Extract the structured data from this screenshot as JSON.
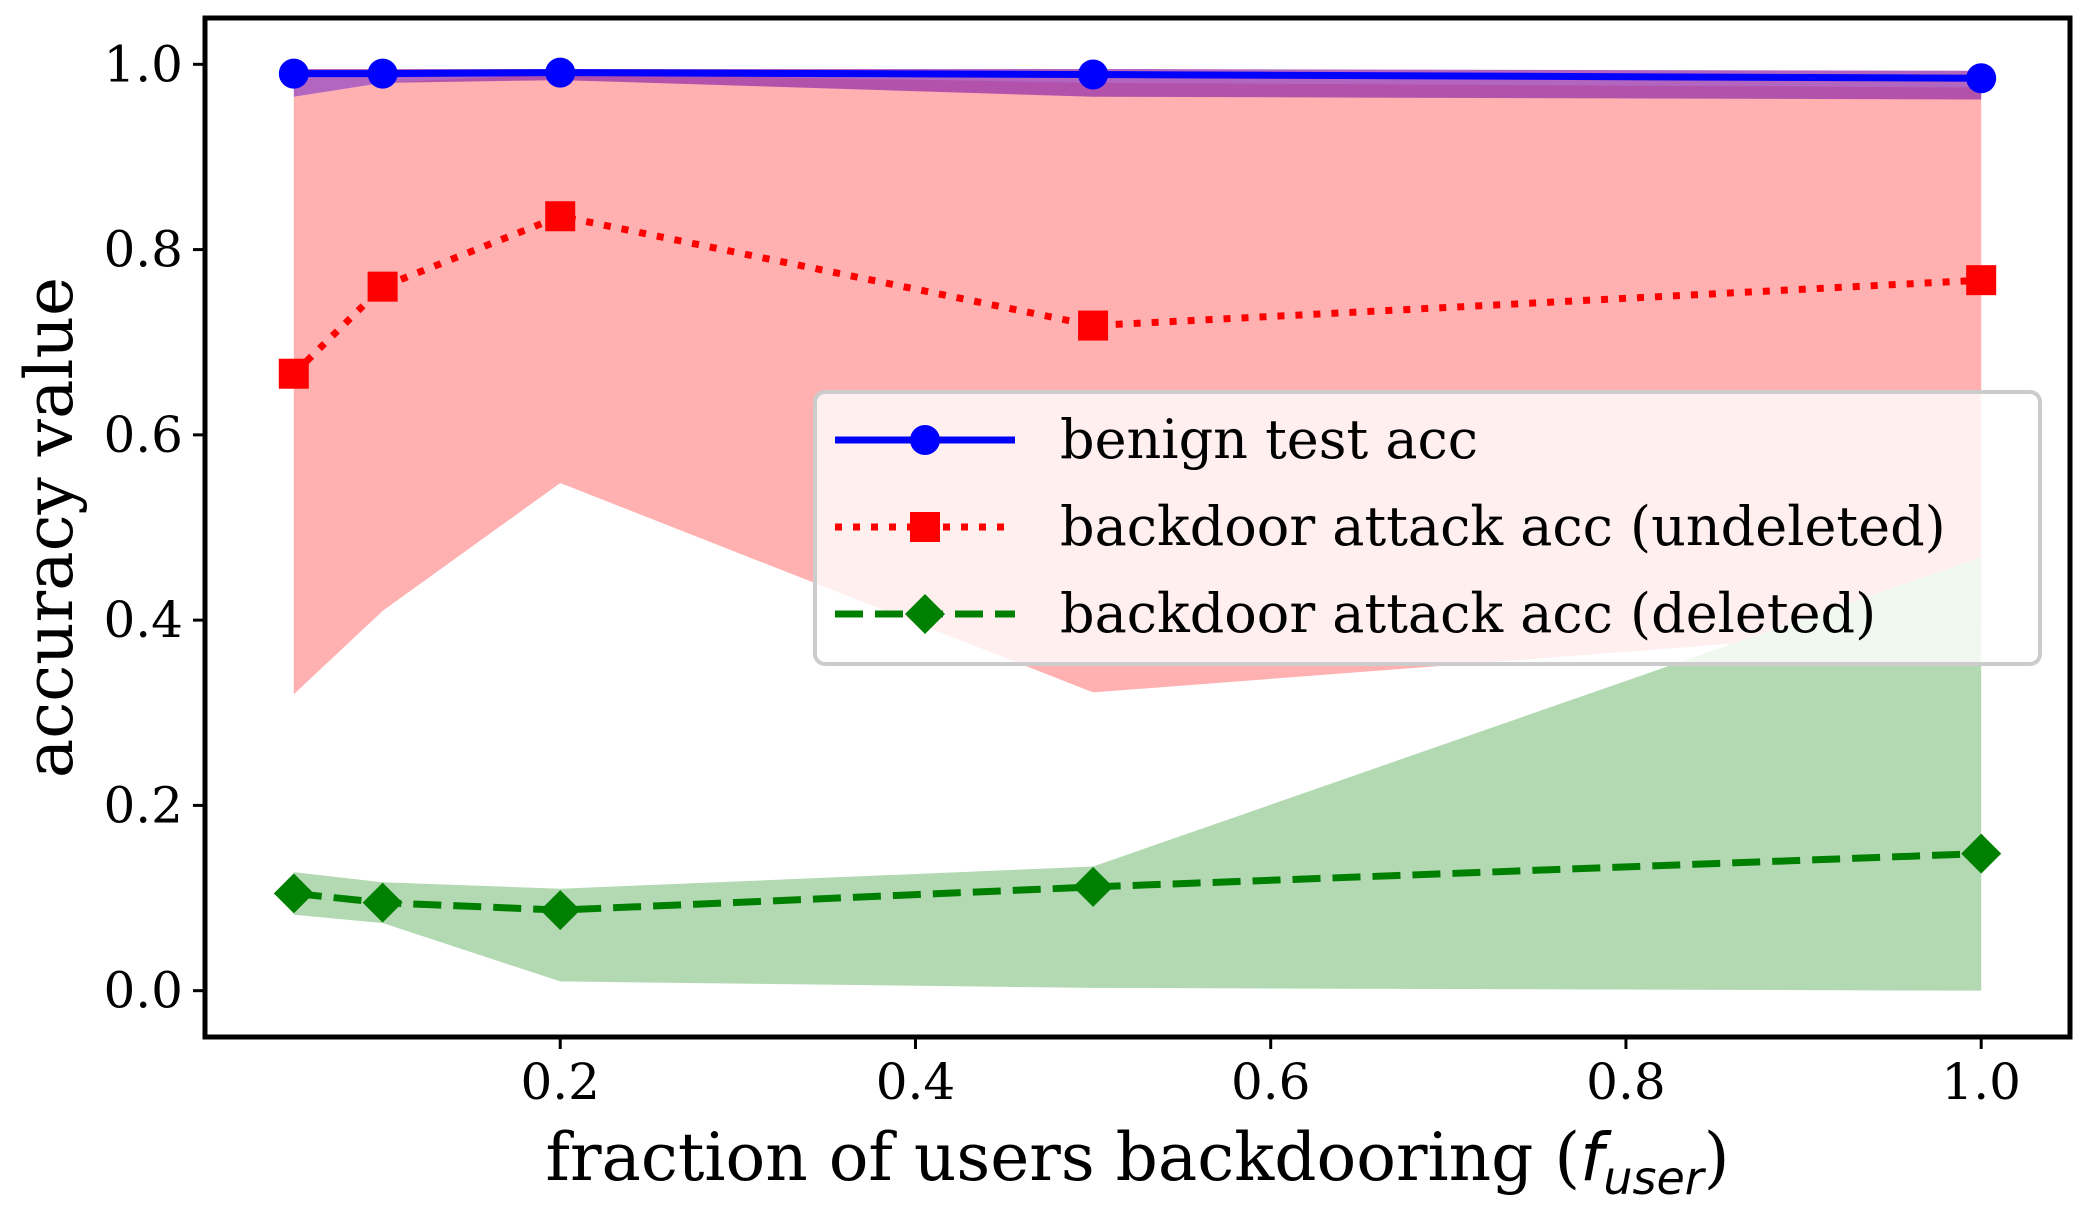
{
  "chart_data": {
    "type": "line",
    "xlabel": "fraction of users backdooring (",
    "xlabel_math_base": "f",
    "xlabel_math_sub": "user",
    "xlabel_close": ")",
    "ylabel": "accuracy value",
    "xlim": [
      0.0,
      1.05
    ],
    "ylim": [
      -0.05,
      1.05
    ],
    "xticks": [
      0.2,
      0.4,
      0.6,
      0.8,
      1.0
    ],
    "xtick_labels": [
      "0.2",
      "0.4",
      "0.6",
      "0.8",
      "1.0"
    ],
    "yticks": [
      0.0,
      0.2,
      0.4,
      0.6,
      0.8,
      1.0
    ],
    "ytick_labels": [
      "0.0",
      "0.2",
      "0.4",
      "0.6",
      "0.8",
      "1.0"
    ],
    "grid": false,
    "legend_position": "center-right",
    "x": [
      0.05,
      0.1,
      0.2,
      0.5,
      1.0
    ],
    "series": [
      {
        "name": "benign test acc",
        "values": [
          0.99,
          0.99,
          0.991,
          0.989,
          0.985
        ],
        "band_upper": [
          0.995,
          0.995,
          0.995,
          0.995,
          0.993
        ],
        "band_lower": [
          0.965,
          0.98,
          0.983,
          0.965,
          0.962
        ],
        "color": "#0000ff",
        "band_color": "#9933aa",
        "marker": "circle",
        "linestyle": "solid"
      },
      {
        "name": "backdoor attack acc (undeleted)",
        "values": [
          0.666,
          0.76,
          0.836,
          0.718,
          0.767
        ],
        "band_upper": [
          0.965,
          0.98,
          0.99,
          0.98,
          0.975
        ],
        "band_lower": [
          0.32,
          0.41,
          0.548,
          0.322,
          0.395
        ],
        "color": "#ff0000",
        "band_color": "#ffb0b0",
        "marker": "square",
        "linestyle": "dotted"
      },
      {
        "name": "backdoor attack acc (deleted)",
        "values": [
          0.105,
          0.095,
          0.087,
          0.112,
          0.148
        ],
        "band_upper": [
          0.128,
          0.117,
          0.11,
          0.134,
          0.468
        ],
        "band_lower": [
          0.082,
          0.073,
          0.01,
          0.003,
          0.0
        ],
        "color": "#008000",
        "band_color": "#b3d9b3",
        "marker": "diamond",
        "linestyle": "dashed"
      }
    ]
  }
}
